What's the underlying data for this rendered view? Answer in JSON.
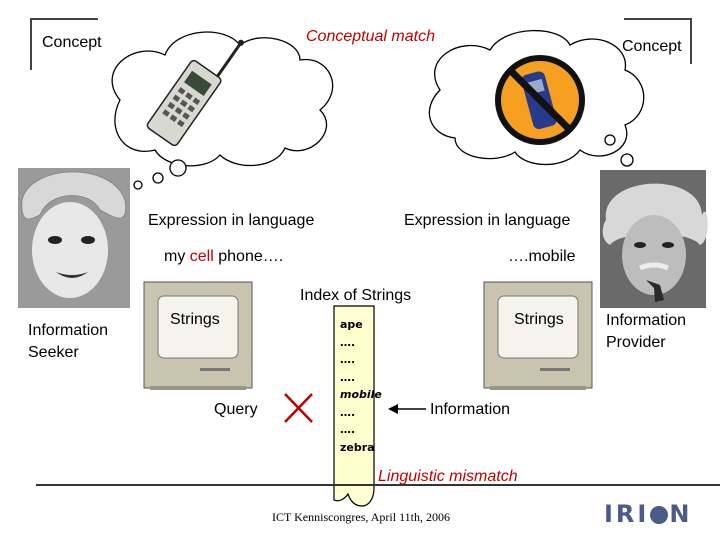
{
  "labels": {
    "concept_left": "Concept",
    "concept_right": "Concept",
    "conceptual_match": "Conceptual match",
    "expr_left": "Expression in language",
    "expr_right": "Expression in language",
    "phrase_left_pre": "my ",
    "phrase_left_red": "cell",
    "phrase_left_post": " phone….",
    "phrase_right": "….mobile",
    "index_title": "Index of Strings",
    "info_seeker_1": "Information",
    "info_seeker_2": "Seeker",
    "info_provider_1": "Information",
    "info_provider_2": "Provider",
    "strings_left": "Strings",
    "strings_right": "Strings",
    "query": "Query",
    "information": "Information",
    "linguistic_mismatch": "Linguistic mismatch",
    "footer": "ICT Kenniscongres, April 11th, 2006",
    "logo_left": "IRI",
    "logo_right": "N"
  },
  "index_list": [
    "ape",
    "….",
    "….",
    "….",
    "mobile",
    "….",
    "….",
    "zebra"
  ],
  "colors": {
    "red": "#c00000",
    "logo": "#4a5a8a"
  },
  "icons": {
    "no_sign": "no-sign-icon",
    "mismatch_x": "cross-icon"
  }
}
